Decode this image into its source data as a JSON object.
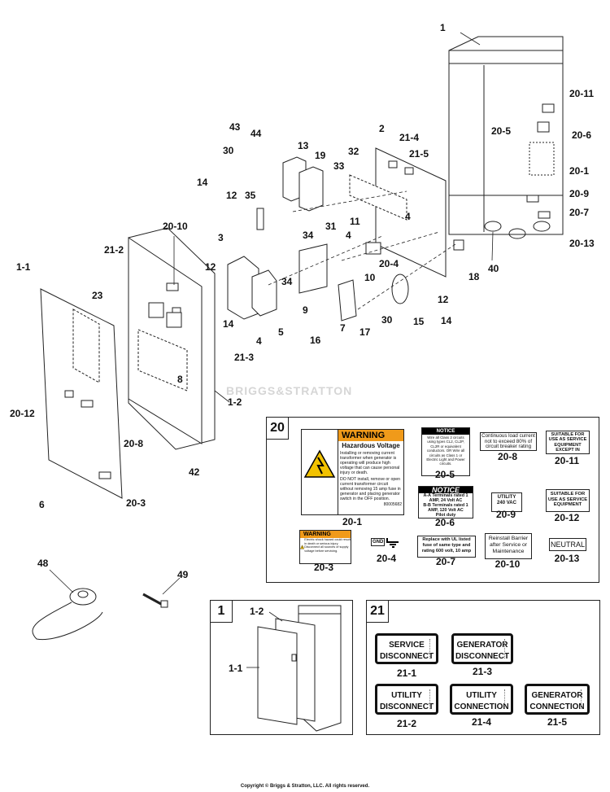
{
  "callouts": {
    "c1": "1",
    "c2": "2",
    "c3": "3",
    "c4a": "4",
    "c4b": "4",
    "c4c": "4",
    "c5": "5",
    "c6": "6",
    "c7": "7",
    "c8": "8",
    "c9": "9",
    "c10": "10",
    "c11": "11",
    "c12a": "12",
    "c12b": "12",
    "c12c": "12",
    "c13": "13",
    "c14a": "14",
    "c14b": "14",
    "c14c": "14",
    "c15": "15",
    "c16": "16",
    "c17": "17",
    "c18": "18",
    "c19": "19",
    "c23": "23",
    "c30a": "30",
    "c30b": "30",
    "c31": "31",
    "c32": "32",
    "c33": "33",
    "c34a": "34",
    "c34b": "34",
    "c35": "35",
    "c40": "40",
    "c42": "42",
    "c43": "43",
    "c44": "44",
    "c48": "48",
    "c49": "49",
    "c1_1": "1-1",
    "c1_2": "1-2",
    "c20_1": "20-1",
    "c20_3": "20-3",
    "c20_4": "20-4",
    "c20_5": "20-5",
    "c20_6": "20-6",
    "c20_7": "20-7",
    "c20_8": "20-8",
    "c20_9": "20-9",
    "c20_10": "20-10",
    "c20_11": "20-11",
    "c20_12": "20-12",
    "c20_13": "20-13",
    "c21_2": "21-2",
    "c21_3": "21-3",
    "c21_4": "21-4",
    "c21_5": "21-5"
  },
  "watermark": "BRIGGS&STRATTON",
  "box20": {
    "number": "20",
    "warning": {
      "header": "WARNING",
      "title": "Hazardous Voltage",
      "p1": "Installing or removing current transformer when generator is operating will produce high voltage that can cause personal injury or death.",
      "p2": "DO NOT install, remove or open current transformer circuit without removing 15 amp fuse in generator and placing generator switch in the OFF position.",
      "code": "80005682",
      "caption": "20-1"
    },
    "notice5": {
      "header": "NOTICE",
      "text": "Wire all Class 2 circuits using types CL2, CL2P, CL2R or equivalent conductors. OR Wire all circuits as Class 1 or Electric Light and Power circuits.",
      "caption": "20-5"
    },
    "notice6": {
      "header": "NOTICE",
      "l1": "A-A Terminals rated 1 AMP, 24 Volt AC",
      "l2": "B-B Terminals rated 1 AMP, 120 Volt AC",
      "l3": "Pilot duty",
      "caption": "20-6"
    },
    "d8": {
      "text": "Continuous load current not to exceed 80% of circuit breaker rating",
      "caption": "20-8"
    },
    "d9": {
      "l1": "UTILITY",
      "l2": "240 VAC",
      "caption": "20-9"
    },
    "d11": {
      "text": "SUITABLE FOR USE AS SERVICE EQUIPMENT EXCEPT IN CANADA",
      "caption": "20-11"
    },
    "d12": {
      "text": "SUITABLE FOR USE AS SERVICE EQUIPMENT",
      "caption": "20-12"
    },
    "d3": {
      "header": "WARNING",
      "text": "Electric shock hazard could result in death or serious injury. Disconnect all sources of supply voltage before servicing.",
      "caption": "20-3"
    },
    "d4": {
      "text": "GND",
      "caption": "20-4"
    },
    "d7": {
      "text": "Replace with UL listed fuse of same type and rating 600 volt, 10 amp",
      "caption": "20-7"
    },
    "d10": {
      "text": "Reinstall Barrier after Service or Maintenance",
      "caption": "20-10"
    },
    "d13": {
      "text": "NEUTRAL",
      "caption": "20-13"
    }
  },
  "box1": {
    "number": "1",
    "l12": "1-2",
    "l11": "1-1"
  },
  "box21": {
    "number": "21",
    "t1": {
      "l1": "SERVICE",
      "l2": "DISCONNECT",
      "caption": "21-1"
    },
    "t3": {
      "l1": "GENERATOR",
      "l2": "DISCONNECT",
      "caption": "21-3"
    },
    "t2": {
      "l1": "UTILITY",
      "l2": "DISCONNECT",
      "caption": "21-2"
    },
    "t4": {
      "l1": "UTILITY",
      "l2": "CONNECTION",
      "caption": "21-4"
    },
    "t5": {
      "l1": "GENERATOR",
      "l2": "CONNECTION",
      "caption": "21-5"
    }
  },
  "footer": "Copyright © Briggs & Stratton, LLC. All rights reserved."
}
